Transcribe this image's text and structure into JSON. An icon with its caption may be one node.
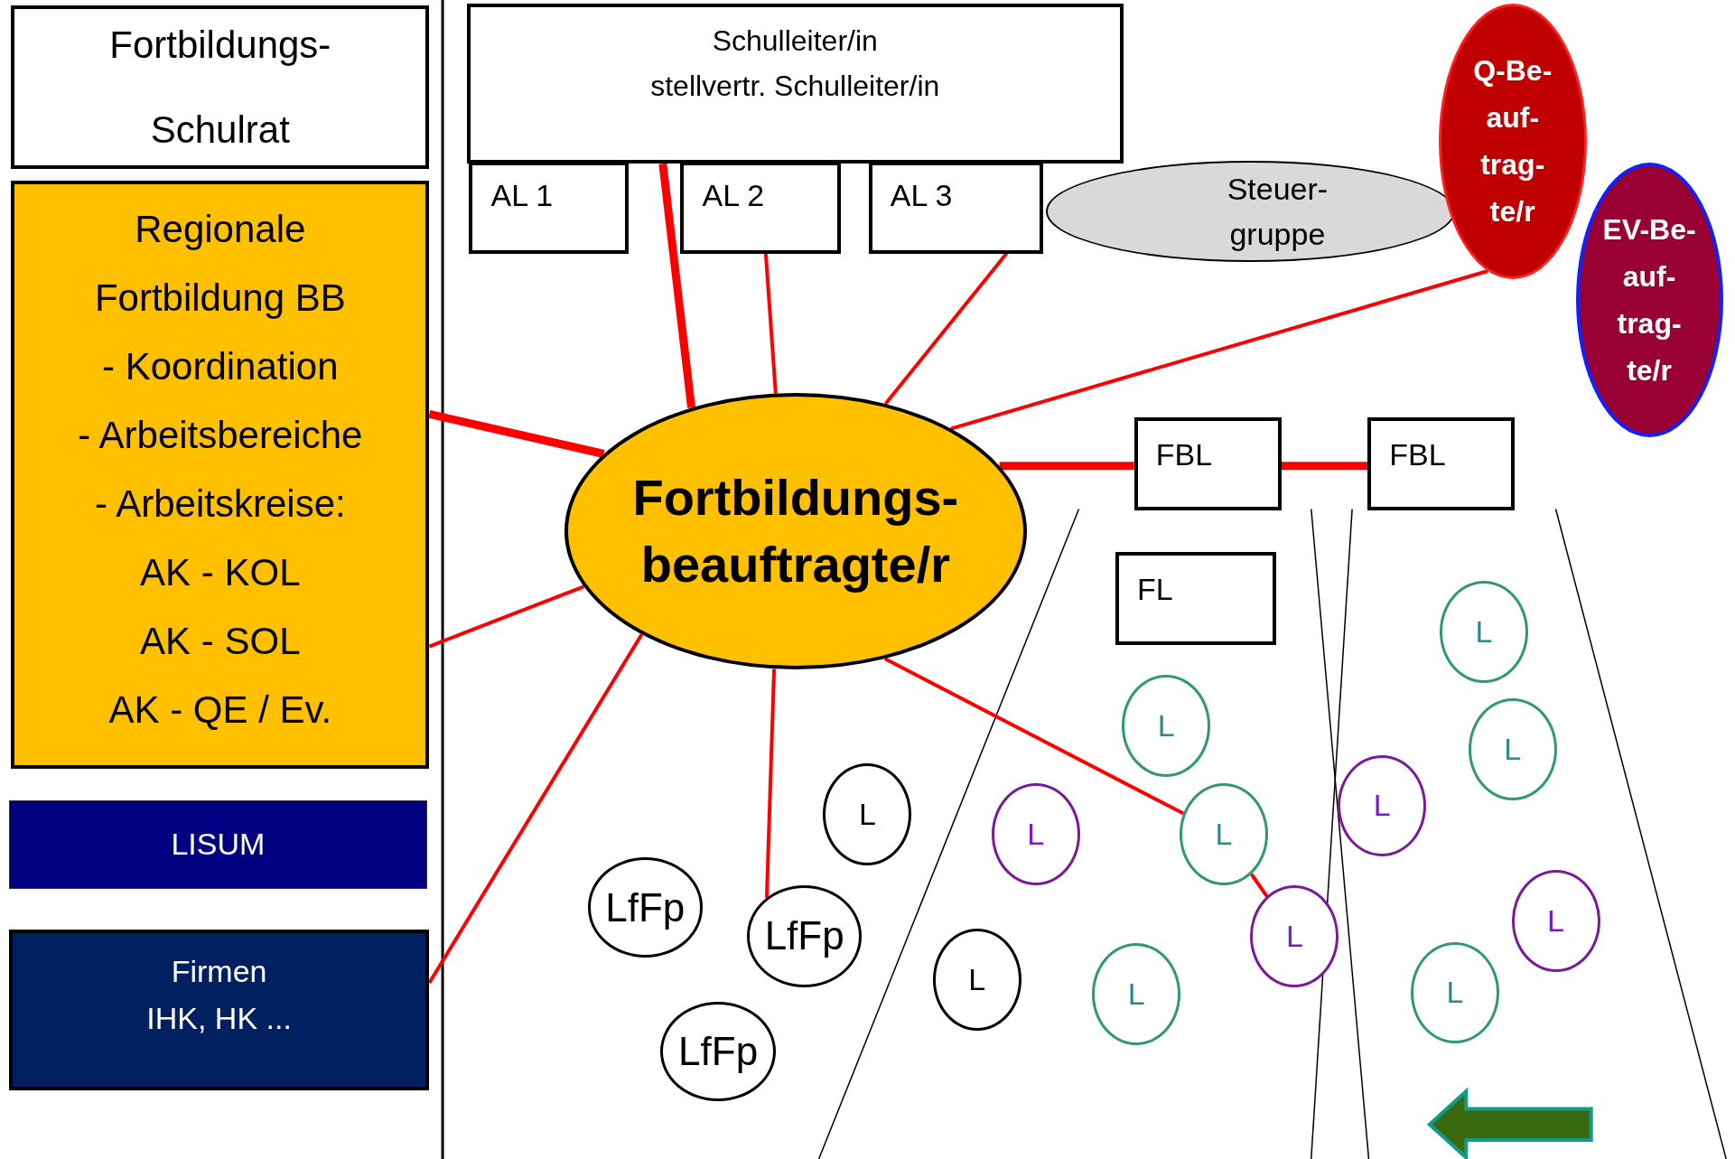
{
  "diagram": {
    "nodes": [
      {
        "text": [
          "Fortbildungs- Schulrat"
        ]
      },
      {
        "text": [
          "Regionale Fortbildung BB",
          "- Koordination",
          "- Arbeitsbereiche",
          "- Arbeitskreise:",
          "AK - KOL",
          "AK - SOL",
          "AK - QE / Ev."
        ]
      },
      {
        "text": [
          "LISUM"
        ]
      },
      {
        "text": [
          "Firmen",
          "IHK, HK ..."
        ]
      },
      {
        "text": [
          "Schulleiter/in",
          "stellvertr. Schulleiter/in"
        ]
      },
      {
        "text": [
          "AL 1"
        ]
      },
      {
        "text": [
          "AL 2"
        ]
      },
      {
        "text": [
          "AL 3"
        ]
      },
      {
        "text": [
          "Steuer- gruppe"
        ]
      },
      {
        "text": [
          "Q-Be- auf- trag- te/r"
        ]
      },
      {
        "text": [
          "EV-Be- auf- trag- te/r"
        ]
      },
      {
        "text": [
          "Fortbildungs- beauftragte/r"
        ]
      },
      {
        "text": [
          "FBL"
        ]
      },
      {
        "text": [
          "FBL"
        ]
      },
      {
        "text": [
          "FL"
        ]
      },
      {
        "text": [
          "L"
        ]
      },
      {
        "text": [
          "L"
        ]
      },
      {
        "text": [
          "L"
        ]
      },
      {
        "text": [
          "L"
        ]
      },
      {
        "text": [
          "L"
        ]
      },
      {
        "text": [
          "L"
        ]
      },
      {
        "text": [
          "L"
        ]
      },
      {
        "text": [
          "L"
        ]
      },
      {
        "text": [
          "L"
        ]
      },
      {
        "text": [
          "L"
        ]
      },
      {
        "text": [
          "L"
        ]
      },
      {
        "text": [
          "L"
        ]
      },
      {
        "text": [
          "LfFp"
        ]
      },
      {
        "text": [
          "LfFp"
        ]
      },
      {
        "text": [
          "LfFp"
        ]
      }
    ],
    "edges": [
      {
        "from": 4,
        "to": 11,
        "arrow": "none",
        "style": "thick"
      },
      {
        "from": 6,
        "to": 11,
        "arrow": "none"
      },
      {
        "from": 7,
        "to": 11,
        "arrow": "none"
      },
      {
        "from": 9,
        "to": 11,
        "arrow": "none"
      },
      {
        "from": 1,
        "to": 11,
        "arrow": "none",
        "style": "thick"
      },
      {
        "from": 1,
        "to": 11,
        "arrow": "none"
      },
      {
        "from": 3,
        "to": 11,
        "arrow": "none"
      },
      {
        "from": 11,
        "to": 28,
        "arrow": "none"
      },
      {
        "from": 11,
        "to": 21,
        "arrow": "none"
      },
      {
        "from": 21,
        "to": 23,
        "arrow": "none"
      },
      {
        "from": 11,
        "to": 12,
        "arrow": "none",
        "style": "thick"
      },
      {
        "from": 12,
        "to": 13,
        "arrow": "none",
        "style": "thick"
      }
    ]
  }
}
